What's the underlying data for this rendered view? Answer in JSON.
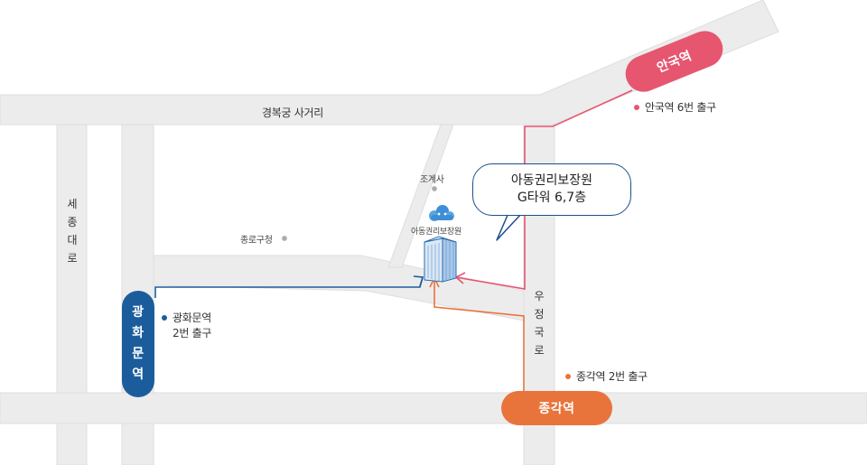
{
  "roads": {
    "gyeongbokgung_intersection": "경복궁 사거리",
    "sejong_daero": "세\n종\n대\n로",
    "ujeongguk_ro": "우\n정\n국\n로"
  },
  "landmarks": {
    "jogyesa": "조계사",
    "jongno_gu_office": "종로구청"
  },
  "building": {
    "label": "아동권리보장원",
    "logo_text": "아동권리보장원"
  },
  "callout": {
    "line1": "아동권리보장원",
    "line2": "G타워 6,7층"
  },
  "stations": {
    "anguk": {
      "name": "안국역",
      "exit": "안국역 6번 출구",
      "color": "#e6566f"
    },
    "gwanghwamun": {
      "name": "광\n화\n문\n역",
      "exit": "광화문역\n2번 출구",
      "color": "#1b5d9c"
    },
    "jonggak": {
      "name": "종각역",
      "exit": "종각역 2번 출구",
      "color": "#e8743b"
    }
  },
  "colors": {
    "road": "#ececec",
    "road_edge": "#dcdcdc",
    "callout_border": "#1f4e8c"
  }
}
